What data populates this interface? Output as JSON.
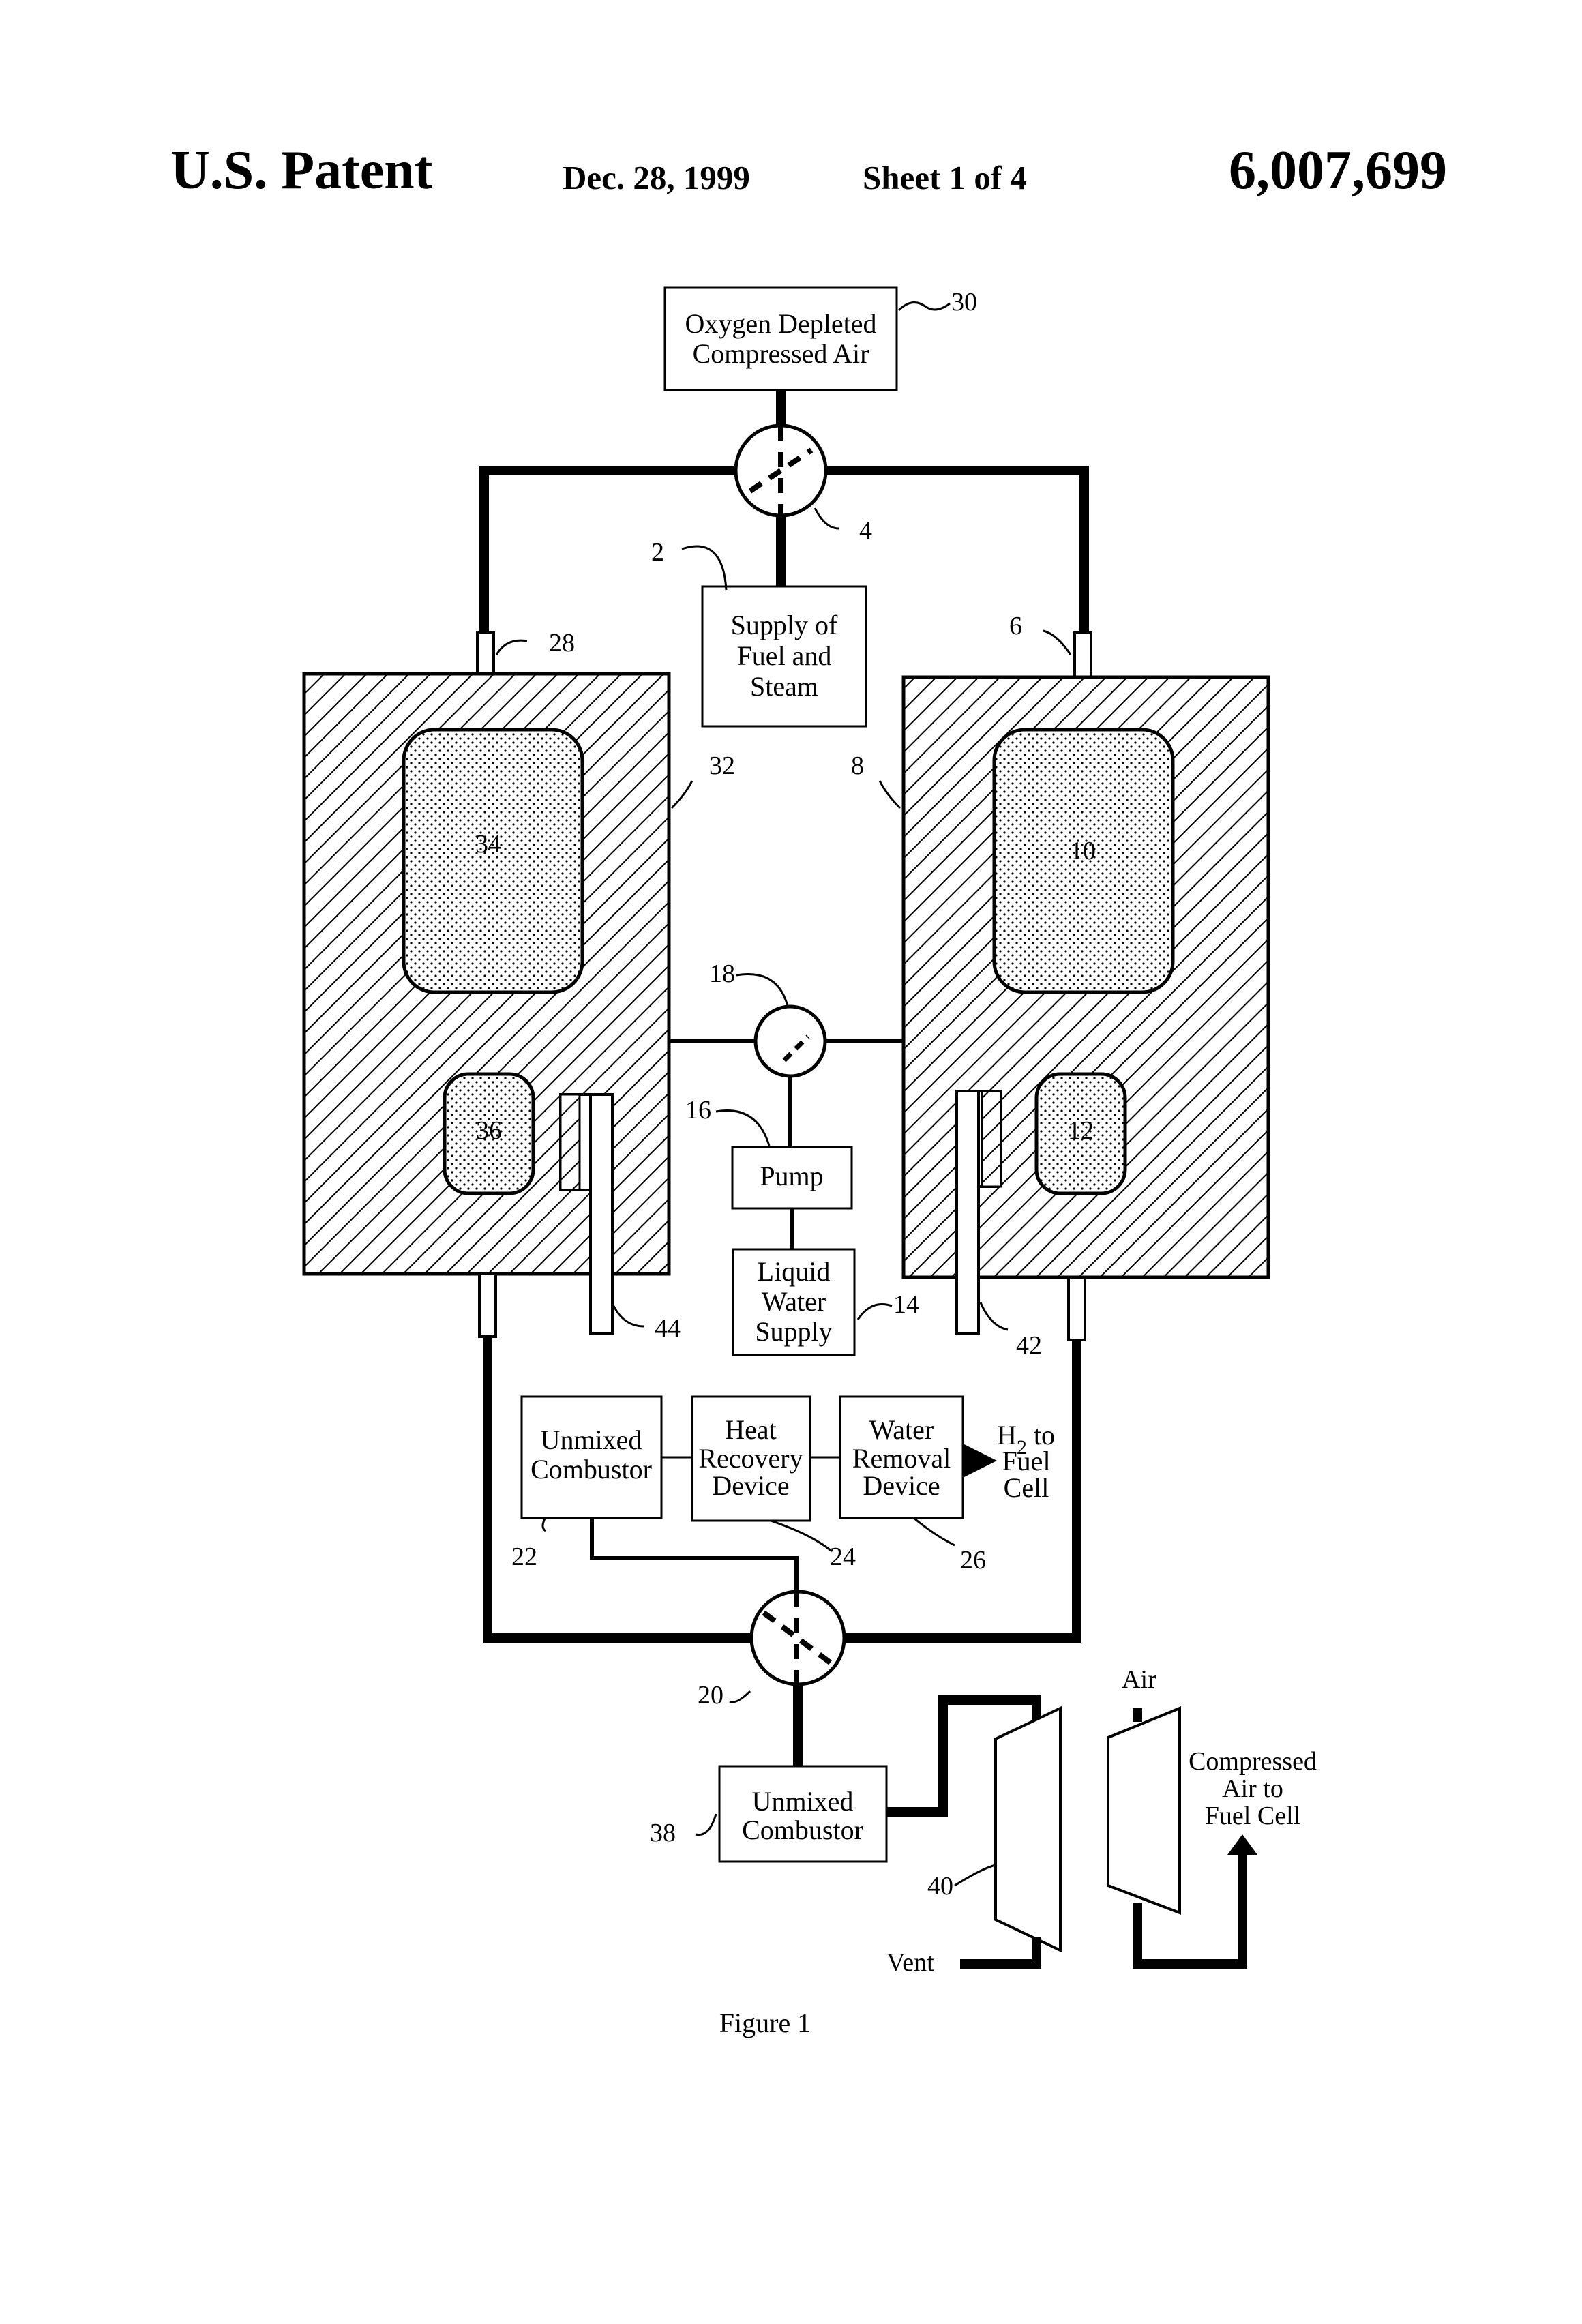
{
  "header": {
    "left": "U.S. Patent",
    "date": "Dec. 28, 1999",
    "sheet": "Sheet 1 of 4",
    "patent_number": "6,007,699"
  },
  "boxes": {
    "oxygen_line1": "Oxygen Depleted",
    "oxygen_line2": "Compressed Air",
    "supply_line1": "Supply of",
    "supply_line2": "Fuel and",
    "supply_line3": "Steam",
    "pump": "Pump",
    "water_line1": "Liquid",
    "water_line2": "Water",
    "water_line3": "Supply",
    "combustor_line1": "Unmixed",
    "combustor_line2": "Combustor",
    "heat_line1": "Heat",
    "heat_line2": "Recovery",
    "heat_line3": "Device",
    "removal_line1": "Water",
    "removal_line2": "Removal",
    "removal_line3": "Device",
    "combustor2_line1": "Unmixed",
    "combustor2_line2": "Combustor"
  },
  "labels": {
    "h2_line1": "H",
    "h2_sub": "2",
    "h2_to": " to",
    "h2_line2": "Fuel",
    "h2_line3": "Cell",
    "air": "Air",
    "compressed_line1": "Compressed",
    "compressed_line2": "Air to",
    "compressed_line3": "Fuel Cell",
    "vent": "Vent"
  },
  "refs": {
    "r30": "30",
    "r4": "4",
    "r2": "2",
    "r28": "28",
    "r6": "6",
    "r32": "32",
    "r8": "8",
    "r34": "34",
    "r10": "10",
    "r18": "18",
    "r16": "16",
    "r36": "36",
    "r12": "12",
    "r14": "14",
    "r44": "44",
    "r42": "42",
    "r22": "22",
    "r24": "24",
    "r26": "26",
    "r20": "20",
    "r38": "38",
    "r40": "40"
  },
  "caption": "Figure 1"
}
